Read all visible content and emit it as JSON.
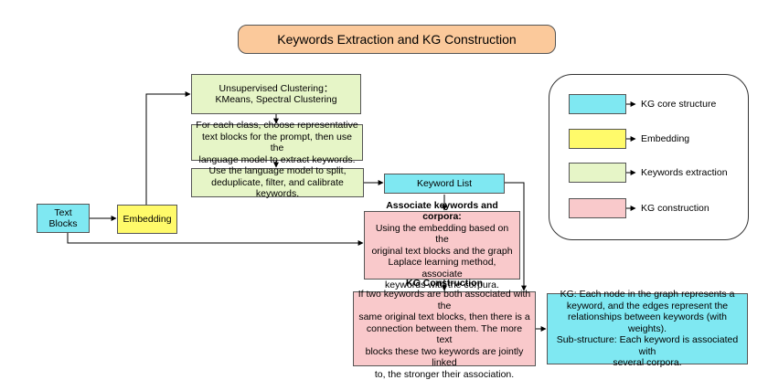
{
  "title": "Keywords Extraction and KG Construction",
  "colors": {
    "title": "#fbc99b",
    "core": "#7fe8f2",
    "embedding": "#fffa6a",
    "extraction": "#e6f5c7",
    "construction": "#f9c9cb",
    "line": "#000000"
  },
  "nodes": {
    "text_blocks": "Text Blocks",
    "embedding": "Embedding",
    "clustering": [
      "Unsupervised Clustering：",
      "KMeans, Spectral Clustering"
    ],
    "choose_blocks": [
      "For each class, choose representative",
      "text blocks for the prompt, then use the",
      "language model to extract keywords."
    ],
    "split": [
      "Use the language model to split,",
      "deduplicate, filter, and calibrate keywords."
    ],
    "keyword_list": "Keyword List",
    "associate": {
      "heading": "Associate keywords and corpora:",
      "lines": [
        "Using the embedding based on the",
        "original text blocks and the graph",
        "Laplace learning method, associate",
        "keywords with the corpura."
      ]
    },
    "kg_construction": {
      "heading": "KG Construction",
      "lines": [
        "If two keywords are both associated with the",
        "same original text blocks, then there is a",
        "connection between them. The more text",
        "blocks these two keywords are jointly linked",
        "to, the stronger their association."
      ]
    },
    "kg_core": [
      "KG: Each node in the graph represents a",
      "keyword, and the edges represent the",
      "relationships between keywords (with weights).",
      "Sub-structure: Each keyword is associated with",
      "several corpora."
    ]
  },
  "legend": [
    {
      "label": "KG core structure",
      "color": "#7fe8f2"
    },
    {
      "label": "Embedding",
      "color": "#fffa6a"
    },
    {
      "label": "Keywords extraction",
      "color": "#e6f5c7"
    },
    {
      "label": "KG construction",
      "color": "#f9c9cb"
    }
  ]
}
